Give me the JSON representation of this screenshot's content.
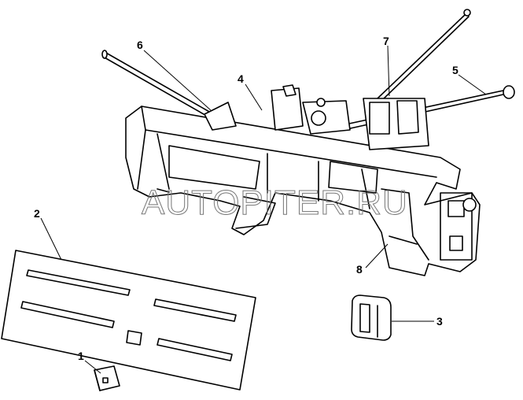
{
  "watermark": "AUTOPITER.RU",
  "callouts": {
    "c1": "1",
    "c2": "2",
    "c3": "3",
    "c4": "4",
    "c5": "5",
    "c6": "6",
    "c7": "7",
    "c8": "8"
  }
}
